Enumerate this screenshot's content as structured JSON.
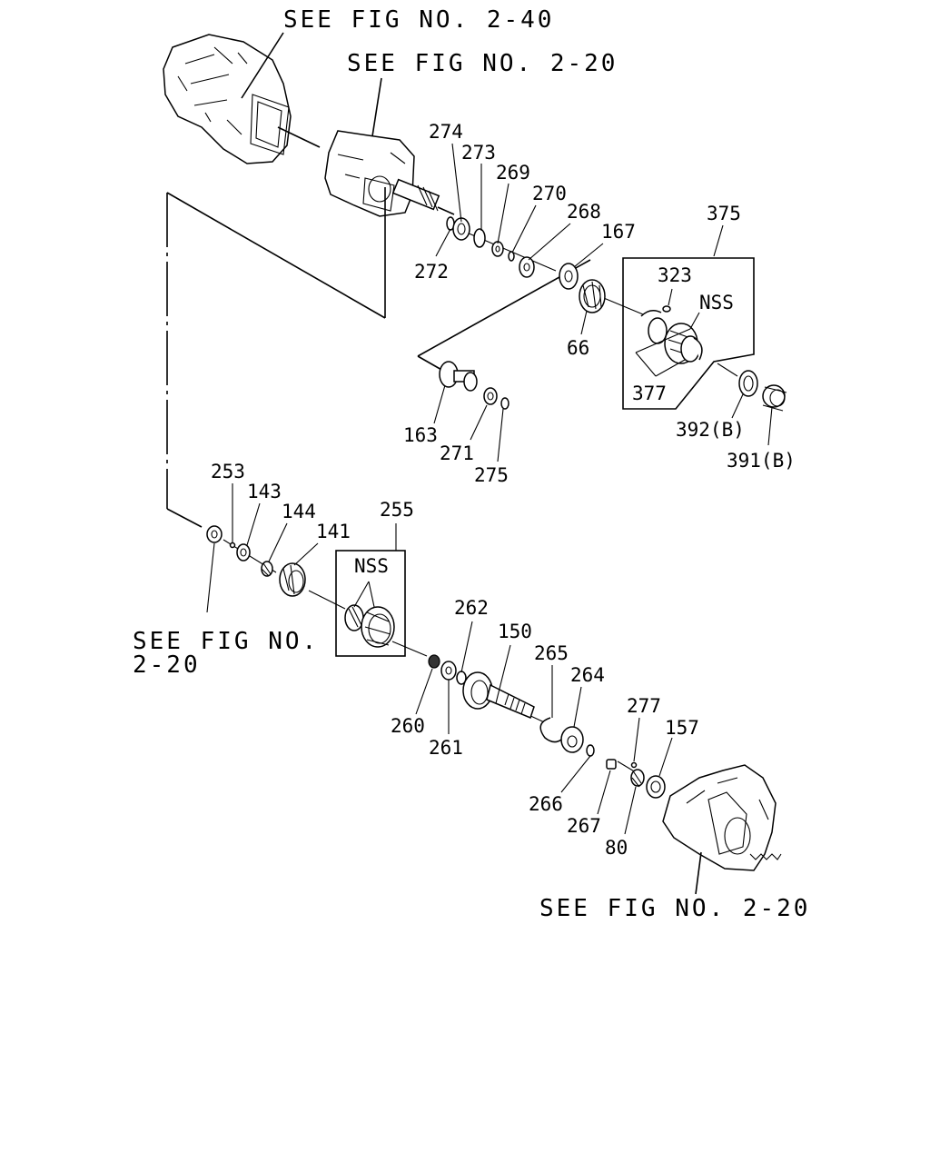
{
  "references": {
    "fig_2_40_top": "SEE FIG NO. 2-40",
    "fig_2_20_top": "SEE FIG NO. 2-20",
    "fig_2_20_left_line1": "SEE FIG NO.",
    "fig_2_20_left_line2": "2-20",
    "fig_2_20_bottom": "SEE FIG NO. 2-20"
  },
  "labels": {
    "p274": "274",
    "p273": "273",
    "p269": "269",
    "p270": "270",
    "p268": "268",
    "p167": "167",
    "p375": "375",
    "p323": "323",
    "nss_upper": "NSS",
    "p272": "272",
    "p66": "66",
    "p377": "377",
    "p392b": "392(B)",
    "p391b": "391(B)",
    "p163": "163",
    "p271": "271",
    "p275": "275",
    "p253": "253",
    "p143": "143",
    "p144": "144",
    "p141": "141",
    "p255": "255",
    "nss_lower": "NSS",
    "p262": "262",
    "p150": "150",
    "p265": "265",
    "p264": "264",
    "p260": "260",
    "p261": "261",
    "p277": "277",
    "p157": "157",
    "p266": "266",
    "p267": "267",
    "p80": "80"
  }
}
